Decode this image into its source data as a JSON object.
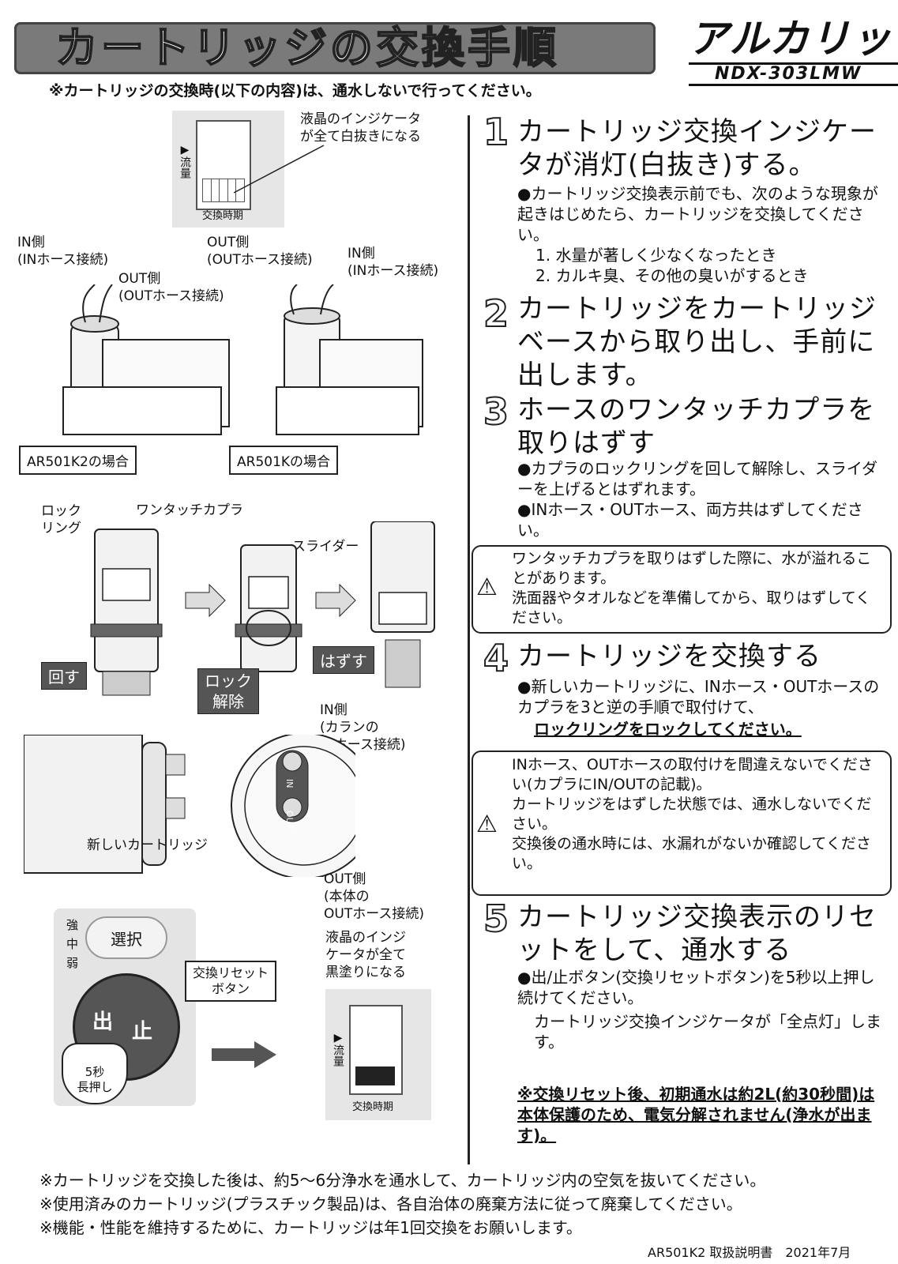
{
  "header": {
    "title": "カートリッジの交換手順",
    "brand": "アルカリッチ",
    "model": "NDX-303LMW",
    "note": "※カートリッジの交換時(以下の内容)は、通水しないで行ってください。"
  },
  "figures": {
    "lcd_top_caption": "液晶のインジケータ\nが全て白抜きになる",
    "lcd_flow": "▶流量",
    "lcd_label": "交換時期",
    "left_in": "IN側\n(INホース接続)",
    "left_out": "OUT側\n(OUTホース接続)",
    "right_out": "OUT側\n(OUTホース接続)",
    "right_in": "IN側\n(INホース接続)",
    "case_k2": "AR501K2の場合",
    "case_k": "AR501Kの場合",
    "lock_ring": "ロック\nリング",
    "one_touch": "ワンタッチカプラ",
    "slider": "スライダー",
    "turn": "回す",
    "unlock": "ロック\n解除",
    "remove": "はずす",
    "in_side_faucet": "IN側\n(カランの\nINホース接続)",
    "cap_in": "IN",
    "cap_out": "OUT",
    "new_cartridge": "新しいカートリッジ",
    "out_side_body": "OUT側\n(本体の\nOUTホース接続)",
    "lcd_black_caption": "液晶のインジ\nケータが全て\n黒塗りになる",
    "select": "選択",
    "level_labels": [
      "強",
      "中",
      "弱"
    ],
    "reset_button": "交換リセット\nボタン",
    "out_btn": "出",
    "stop_btn": "止",
    "hold": "5秒\n長押し",
    "lcd2_flow": "▶流量",
    "lcd2_label": "交換時期"
  },
  "steps": [
    {
      "num": "1",
      "title": "カートリッジ交換インジケータが消灯(白抜き)する。",
      "body": "●カートリッジ交換表示前でも、次のような現象が起きはじめたら、カートリッジを交換してください。",
      "list": [
        "1. 水量が著しく少なくなったとき",
        "2. カルキ臭、その他の臭いがするとき"
      ]
    },
    {
      "num": "2",
      "title": "カートリッジをカートリッジベースから取り出し、手前に出します。"
    },
    {
      "num": "3",
      "title": "ホースのワンタッチカプラを取りはずす",
      "body1": "●カプラのロックリングを回して解除し、スライダーを上げるとはずれます。",
      "body2": "●INホース・OUTホース、両方共はずしてください。"
    },
    {
      "num": "4",
      "title": "カートリッジを交換する",
      "body": "●新しいカートリッジに、INホース・OUTホースのカプラを3と逆の手順で取付けて、",
      "bold": "ロックリングをロックしてください。"
    },
    {
      "num": "5",
      "title": "カートリッジ交換表示のリセットをして、通水する",
      "body1": "●出/止ボタン(交換リセットボタン)を5秒以上押し続けてください。",
      "body2": "カートリッジ交換インジケータが「全点灯」します。",
      "note": "※交換リセット後、初期通水は約2L(約30秒間)は本体保護のため、電気分解されません(浄水が出ます)。"
    }
  ],
  "warnings": [
    "ワンタッチカプラを取りはずした際に、水が溢れることがあります。\n洗面器やタオルなどを準備してから、取りはずしてください。",
    "INホース、OUTホースの取付けを間違えないでください(カプラにIN/OUTの記載)。\nカートリッジをはずした状態では、通水しないでください。\n交換後の通水時には、水漏れがないか確認してください。"
  ],
  "footer": {
    "lines": [
      "※カートリッジを交換した後は、約5～6分浄水を通水して、カートリッジ内の空気を抜いてください。",
      "※使用済みのカートリッジ(プラスチック製品)は、各自治体の廃棄方法に従って廃棄してください。",
      "※機能・性能を維持するために、カートリッジは年1回交換をお願いします。"
    ],
    "doc_ref": "AR501K2 取扱説明書　2021年7月"
  }
}
